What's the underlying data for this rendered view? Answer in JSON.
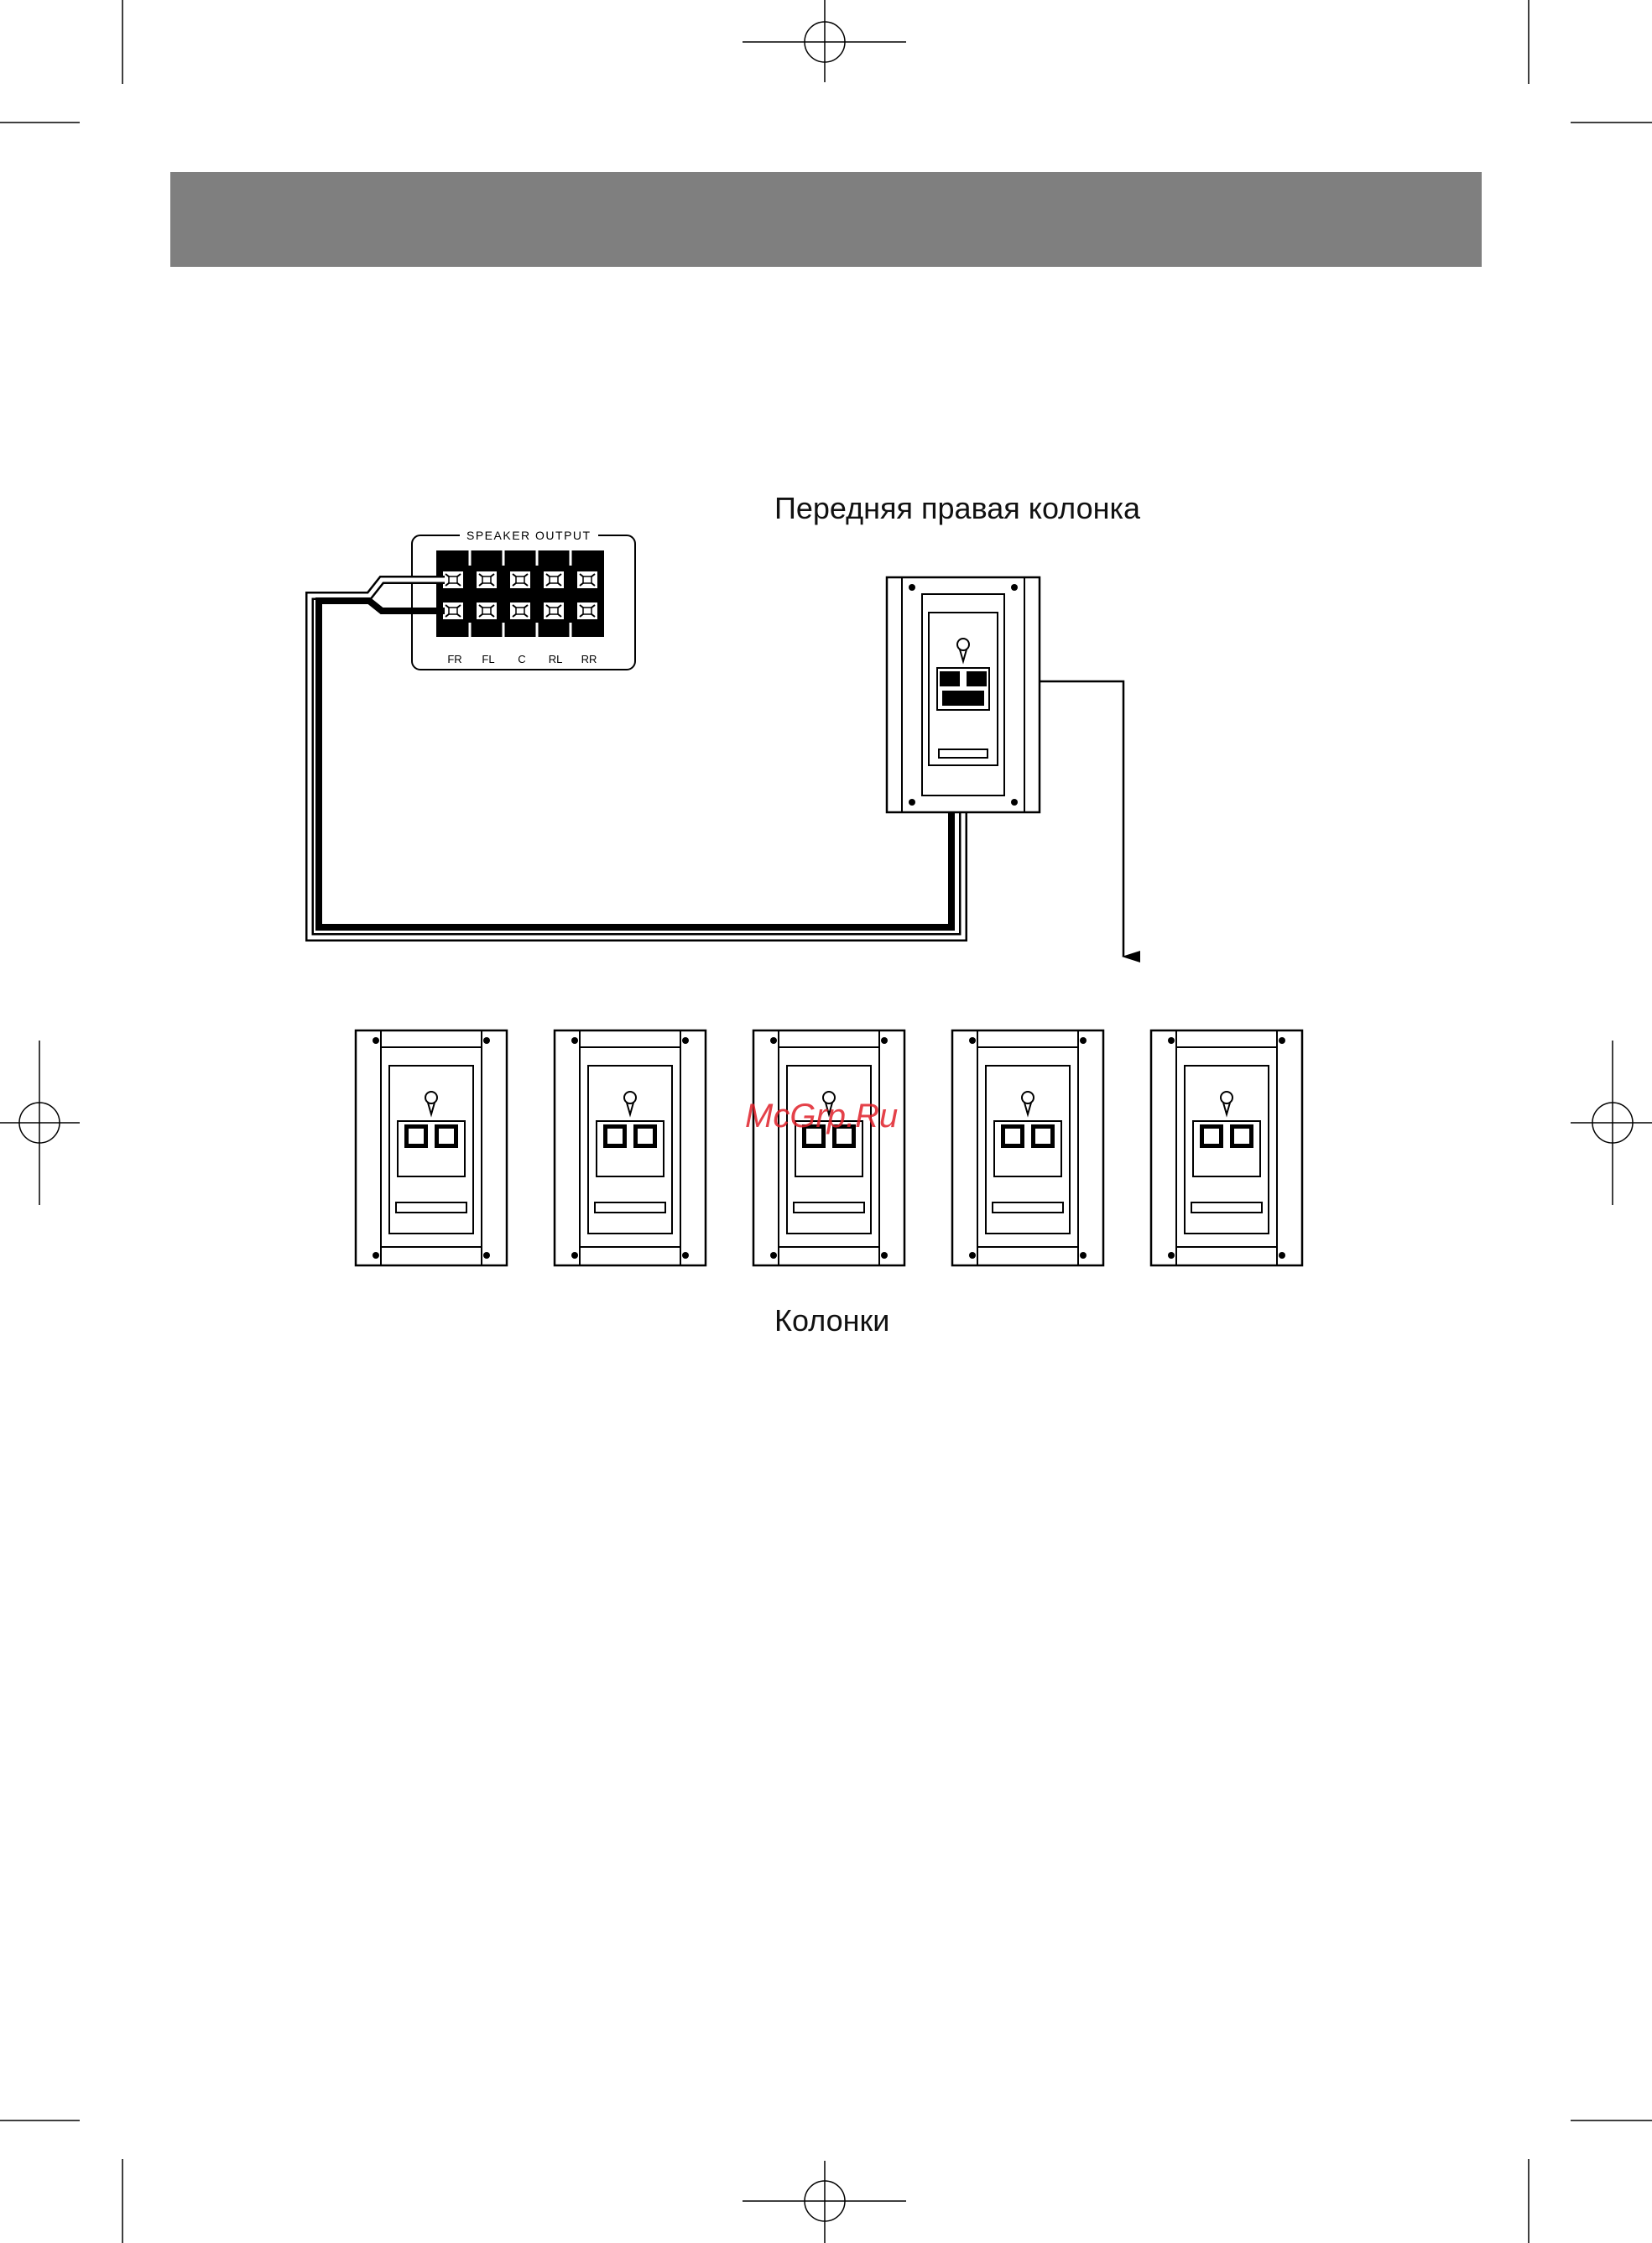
{
  "header_band": {
    "color": "#7f7f7f"
  },
  "watermark": {
    "text": "McGrp.Ru",
    "color": "#e0202a"
  },
  "amplifier_panel": {
    "title": "SPEAKER OUTPUT",
    "channels": [
      "FR",
      "FL",
      "C",
      "RL",
      "RR"
    ]
  },
  "front_speaker": {
    "label": "Передняя правая колонка"
  },
  "speakers_row": {
    "label": "Колонки",
    "count": 5
  }
}
